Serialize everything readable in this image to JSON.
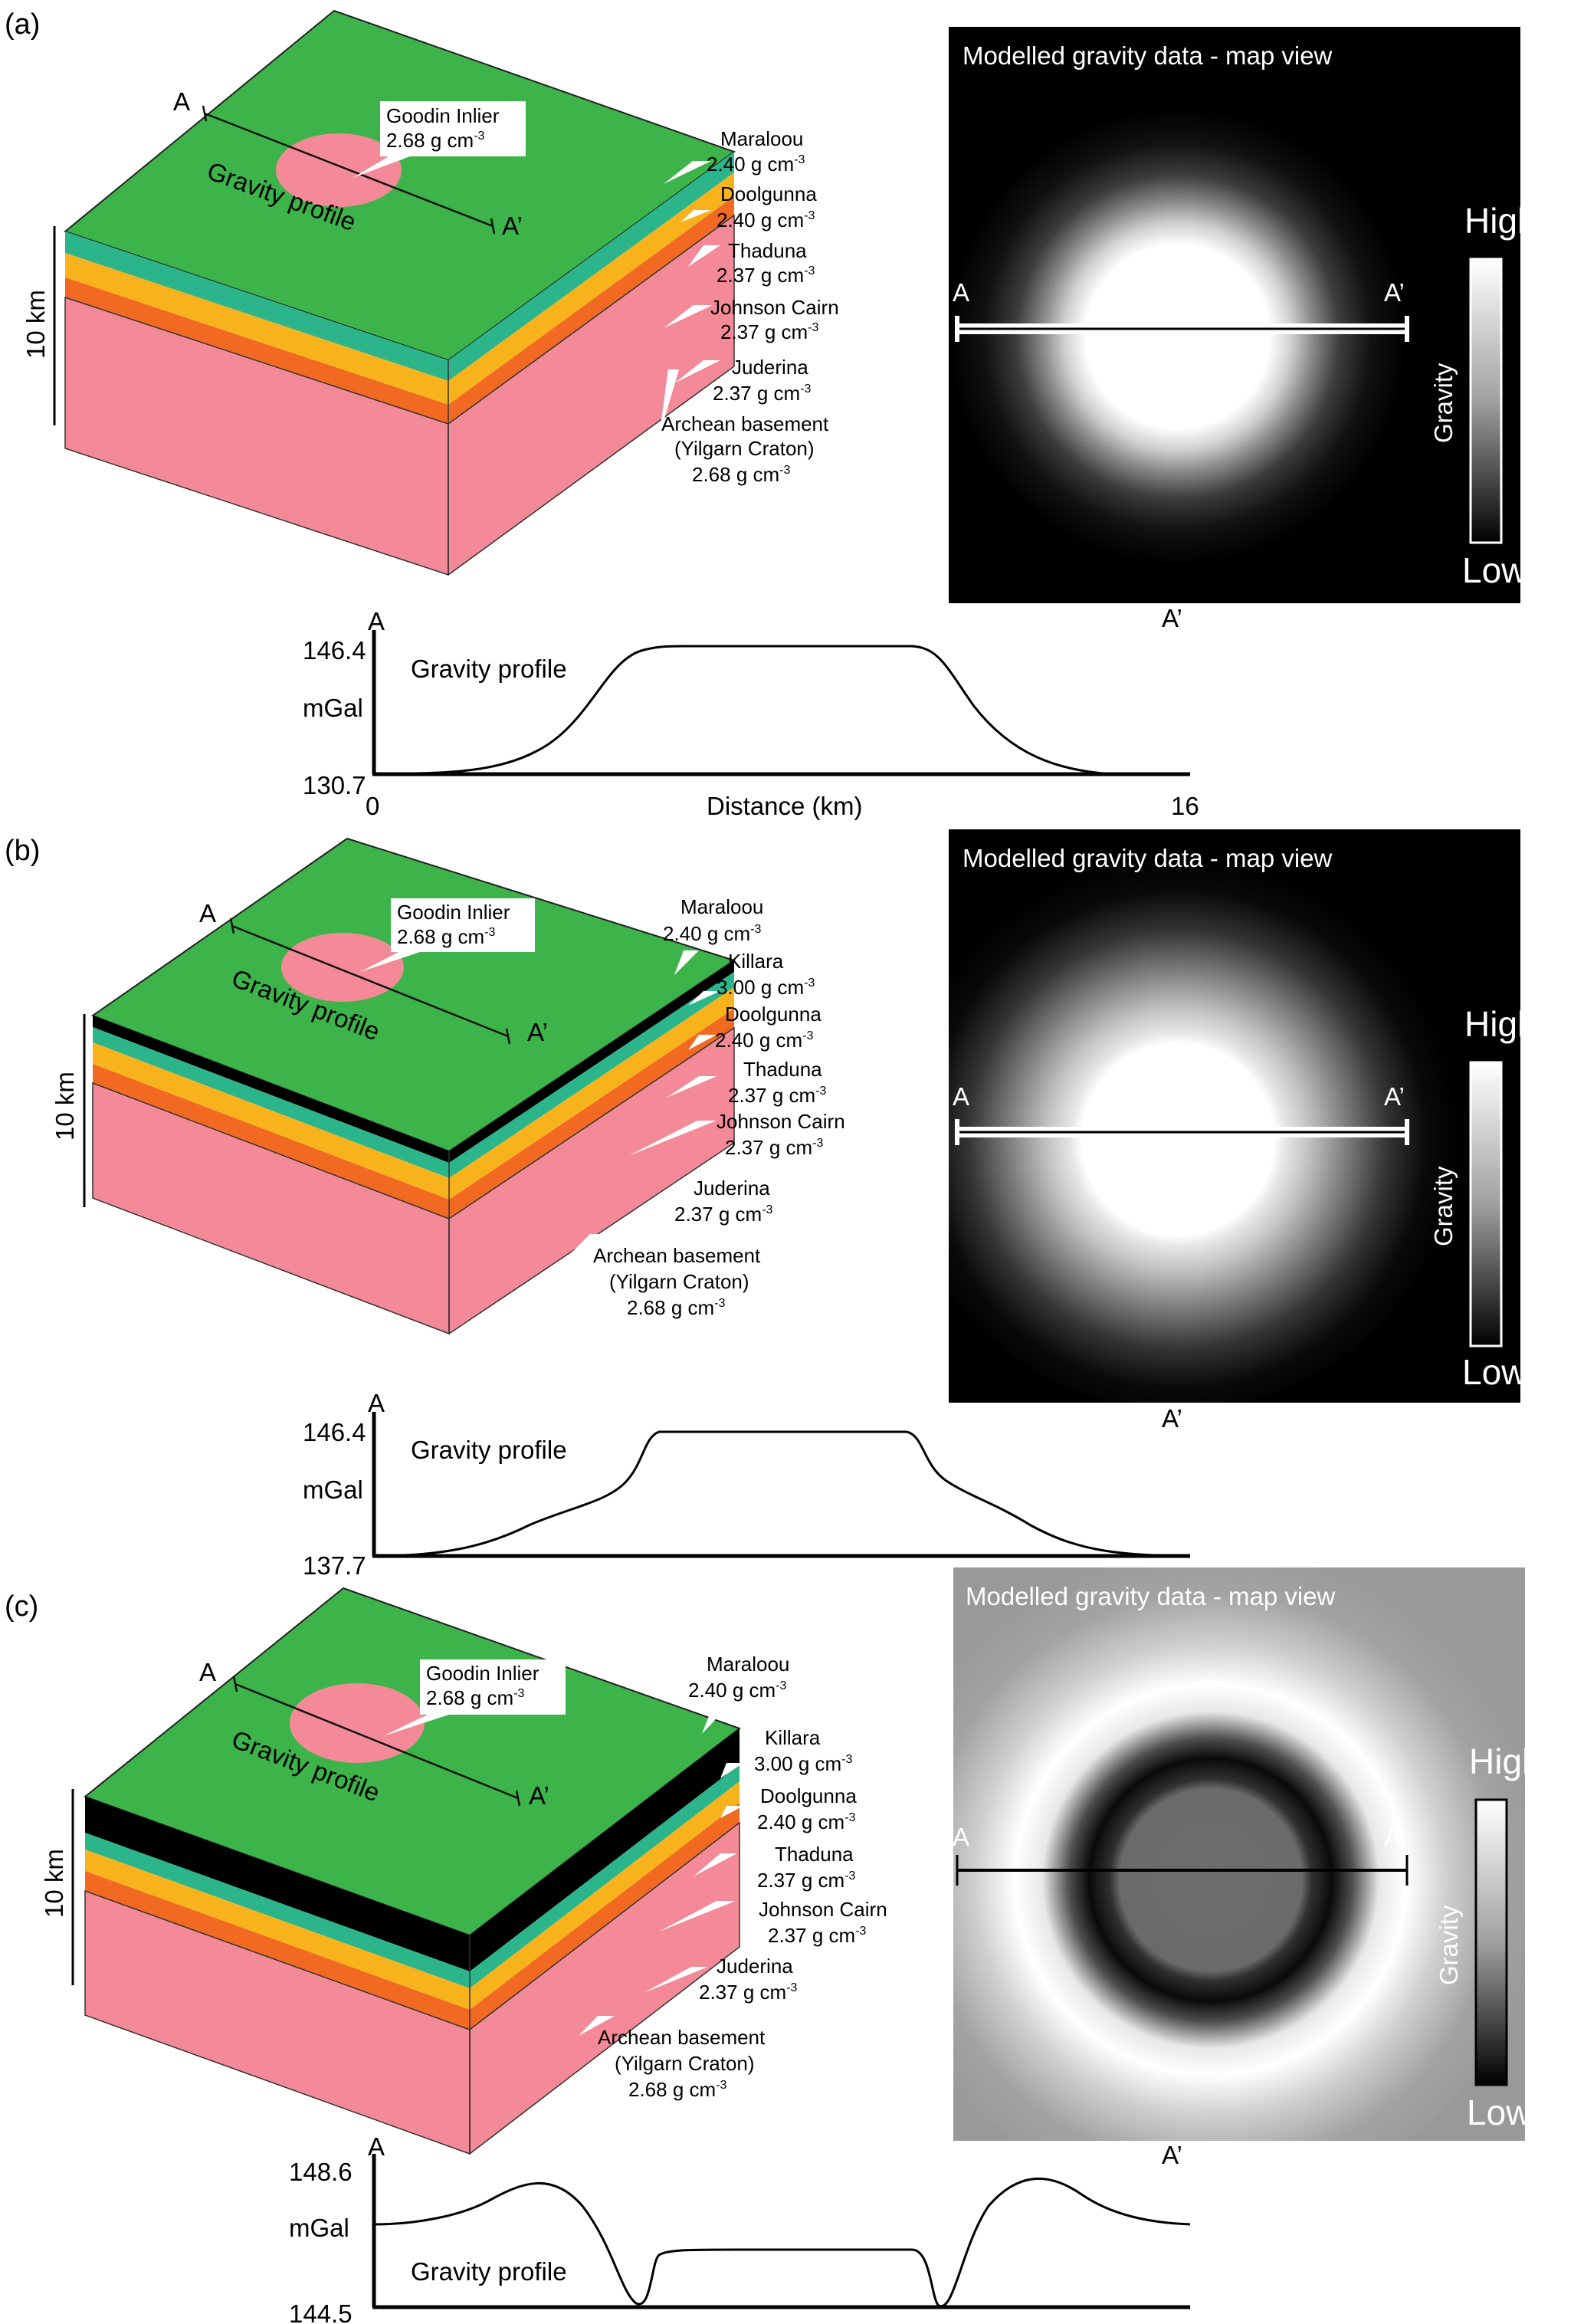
{
  "colors": {
    "maraloou": "#3db44a",
    "killara": "#000000",
    "doolgunna": "#2cb58a",
    "thaduna": "#f7b21c",
    "johnson_cairn": "#f7b21c",
    "juderina": "#f26a21",
    "basement": "#f48a98",
    "inlier": "#f48a98"
  },
  "units": {
    "density_suffix": "g cm",
    "density_exponent": "-3"
  },
  "panels": [
    {
      "letter": "(a)",
      "scale_label": "10 km",
      "block": {
        "profile_start": "A",
        "profile_end": "A’",
        "profile_label": "Gravity profile",
        "inlier_name": "Goodin Inlier",
        "inlier_density": "2.68",
        "layers": [
          {
            "name": "Maraloou",
            "density": "2.40"
          },
          {
            "name": "Doolgunna",
            "density": "2.40"
          },
          {
            "name": "Thaduna",
            "density": "2.37"
          },
          {
            "name": "Johnson Cairn",
            "density": "2.37"
          },
          {
            "name": "Juderina",
            "density": "2.37"
          },
          {
            "name": "Archean basement",
            "subname": "(Yilgarn Craton)",
            "density": "2.68"
          }
        ]
      },
      "map": {
        "title": "Modelled gravity data - map view",
        "line_start": "A",
        "line_end": "A’",
        "below_label": "A’",
        "legend_high": "High",
        "legend_low": "Low",
        "legend_axis": "Gravity"
      },
      "profile": {
        "start_label": "A",
        "title": "Gravity profile",
        "unit": "mGal",
        "y_max": "146.4",
        "y_min": "130.7",
        "x_min": "0",
        "x_max": "16",
        "x_label": "Distance (km)"
      }
    },
    {
      "letter": "(b)",
      "scale_label": "10 km",
      "block": {
        "profile_start": "A",
        "profile_end": "A’",
        "profile_label": "Gravity profile",
        "inlier_name": "Goodin Inlier",
        "inlier_density": "2.68",
        "layers": [
          {
            "name": "Maraloou",
            "density": "2.40"
          },
          {
            "name": "Killara",
            "density": "3.00"
          },
          {
            "name": "Doolgunna",
            "density": "2.40"
          },
          {
            "name": "Thaduna",
            "density": "2.37"
          },
          {
            "name": "Johnson Cairn",
            "density": "2.37"
          },
          {
            "name": "Juderina",
            "density": "2.37"
          },
          {
            "name": "Archean basement",
            "subname": "(Yilgarn Craton)",
            "density": "2.68"
          }
        ]
      },
      "map": {
        "title": "Modelled gravity data - map view",
        "line_start": "A",
        "line_end": "A’",
        "below_label": "A’",
        "legend_high": "High",
        "legend_low": "Low",
        "legend_axis": "Gravity"
      },
      "profile": {
        "start_label": "A",
        "title": "Gravity profile",
        "unit": "mGal",
        "y_max": "146.4",
        "y_min": "137.7"
      }
    },
    {
      "letter": "(c)",
      "scale_label": "10 km",
      "block": {
        "profile_start": "A",
        "profile_end": "A’",
        "profile_label": "Gravity profile",
        "inlier_name": "Goodin Inlier",
        "inlier_density": "2.68",
        "layers": [
          {
            "name": "Maraloou",
            "density": "2.40"
          },
          {
            "name": "Killara",
            "density": "3.00"
          },
          {
            "name": "Doolgunna",
            "density": "2.40"
          },
          {
            "name": "Thaduna",
            "density": "2.37"
          },
          {
            "name": "Johnson Cairn",
            "density": "2.37"
          },
          {
            "name": "Juderina",
            "density": "2.37"
          },
          {
            "name": "Archean basement",
            "subname": "(Yilgarn Craton)",
            "density": "2.68"
          }
        ]
      },
      "map": {
        "title": "Modelled gravity data - map view",
        "line_start": "A",
        "line_end": "A’",
        "below_label": "A’",
        "legend_high": "High",
        "legend_low": "Low",
        "legend_axis": "Gravity"
      },
      "profile": {
        "start_label": "A",
        "title": "Gravity profile",
        "unit": "mGal",
        "y_max": "148.6",
        "y_min": "144.5"
      }
    }
  ]
}
